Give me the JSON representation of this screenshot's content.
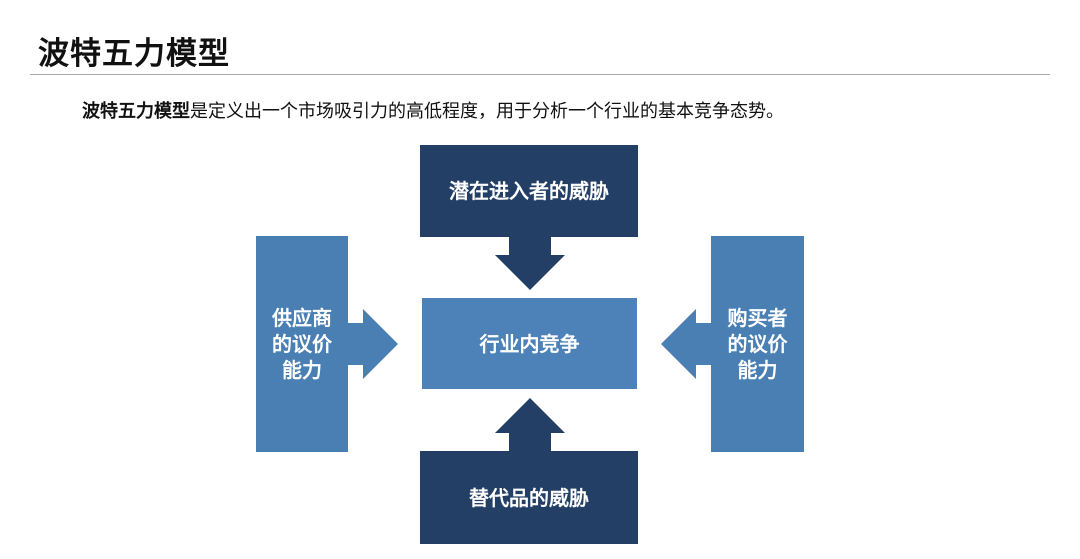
{
  "page": {
    "title": "波特五力模型",
    "subtitle_bold": "波特五力模型",
    "subtitle_rest": "是定义出一个市场吸引力的高低程度，用于分析一个行业的基本竞争态势。"
  },
  "diagram": {
    "top": {
      "label": "潜在进入者的威胁"
    },
    "center": {
      "label": "行业内竞争"
    },
    "bottom": {
      "label": "替代品的威胁"
    },
    "left": {
      "label": "供应商\n的议价\n能力"
    },
    "right": {
      "label": "购买者\n的议价\n能力"
    },
    "colors": {
      "dark": "#233f66",
      "medium": "#4a7fb3",
      "center": "#4d82b8"
    }
  }
}
